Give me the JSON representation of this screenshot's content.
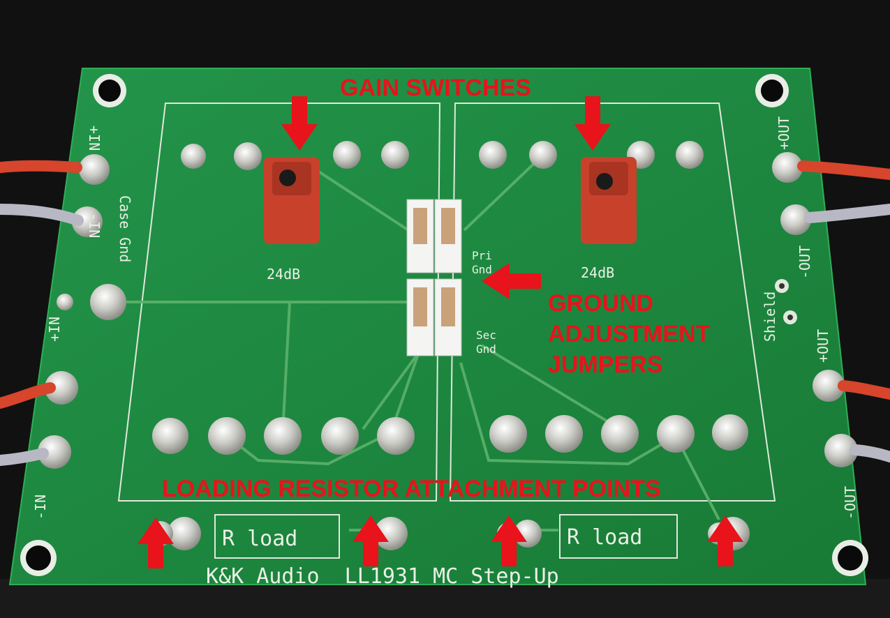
{
  "board": {
    "silkscreen": {
      "in_plus_top": "+IN",
      "in_minus_top": "-IN",
      "case_gnd": "Case Gnd",
      "in_plus_bottom": "+IN",
      "in_minus_bottom": "-IN",
      "gain_left": "24dB",
      "gain_right": "24dB",
      "pri_gnd_1": "Pri",
      "pri_gnd_2": "Gnd",
      "sec_gnd_1": "Sec",
      "sec_gnd_2": "Gnd",
      "out_plus_top": "+OUT",
      "out_minus_top": "-OUT",
      "shield": "Shield",
      "out_plus_bottom": "+OUT",
      "out_minus_bottom": "-OUT",
      "r_load_left": "R load",
      "r_load_right": "R load",
      "footer": "K&K Audio  LL1931 MC Step-Up"
    },
    "colors": {
      "pcb": "#1f8a3d",
      "callout": "#e8131b",
      "switch": "#c8412b"
    }
  },
  "annotations": {
    "gain_switches": "GAIN SWITCHES",
    "ground_line1": "GROUND",
    "ground_line2": "ADJUSTMENT",
    "ground_line3": "JUMPERS",
    "loading_resistor": "LOADING RESISTOR ATTACHMENT POINTS"
  }
}
